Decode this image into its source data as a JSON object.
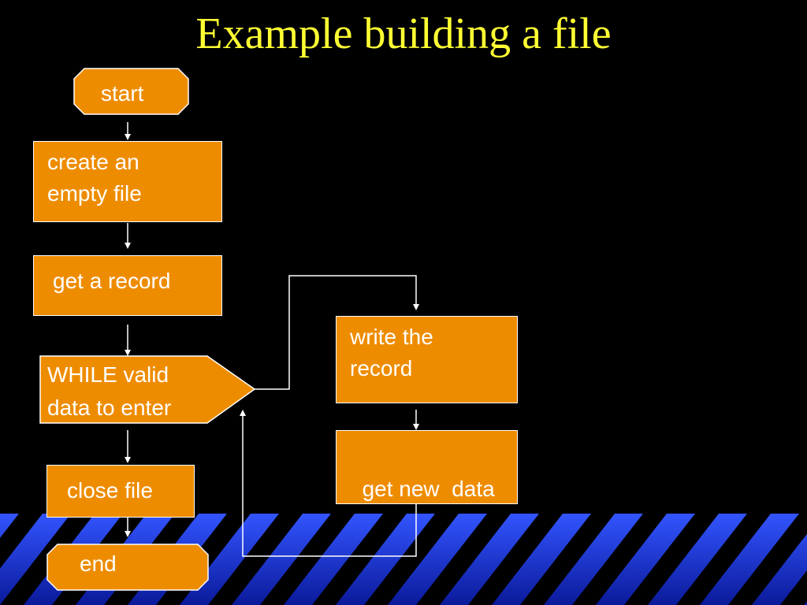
{
  "slide": {
    "title": "Example building a file"
  },
  "flowchart": {
    "start_label": "start",
    "create_label": "create an empty file",
    "get_record_label": "get a record",
    "while_label_line1": "WHILE valid",
    "while_label_line2": "data to enter",
    "write_label": "write the record",
    "get_new_data_label": "get new  data",
    "close_label": "close file",
    "end_label": "end"
  },
  "colors": {
    "background": "#000000",
    "title": "#FFFF33",
    "box_fill": "#EE8C00",
    "box_border": "#FFFFFF",
    "text": "#FFFFFF",
    "stripe_blue": "#1F3CFF"
  }
}
